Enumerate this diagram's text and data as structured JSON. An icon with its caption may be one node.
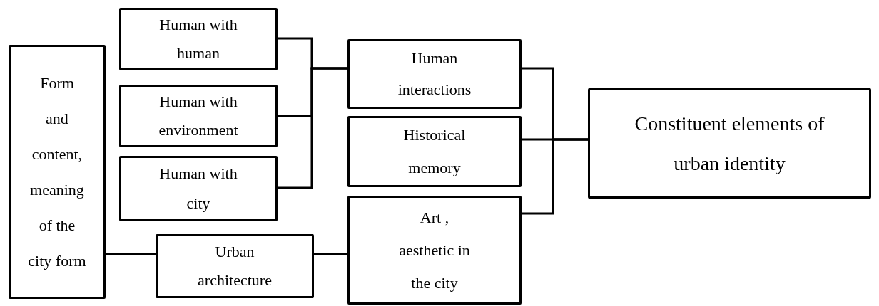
{
  "diagram": {
    "nodes": [
      {
        "text": [
          "Form and content, meaning of the city form"
        ]
      },
      {
        "text": [
          "Human with human"
        ]
      },
      {
        "text": [
          "Human with environment"
        ]
      },
      {
        "text": [
          "Human with city"
        ]
      },
      {
        "text": [
          "Urban architecture"
        ]
      },
      {
        "text": [
          "Human interactions"
        ]
      },
      {
        "text": [
          "Historical memory"
        ]
      },
      {
        "text": [
          "Art , aesthetic in the city"
        ]
      },
      {
        "text": [
          "Constituent elements of urban identity"
        ]
      }
    ],
    "edges": [
      {
        "from": 1,
        "to": 5,
        "arrow": "none"
      },
      {
        "from": 2,
        "to": 5,
        "arrow": "none"
      },
      {
        "from": 3,
        "to": 5,
        "arrow": "none"
      },
      {
        "from": 0,
        "to": 4,
        "arrow": "none"
      },
      {
        "from": 4,
        "to": 7,
        "arrow": "none"
      },
      {
        "from": 5,
        "to": 8,
        "arrow": "none"
      },
      {
        "from": 6,
        "to": 8,
        "arrow": "none"
      },
      {
        "from": 7,
        "to": 8,
        "arrow": "none"
      }
    ]
  }
}
